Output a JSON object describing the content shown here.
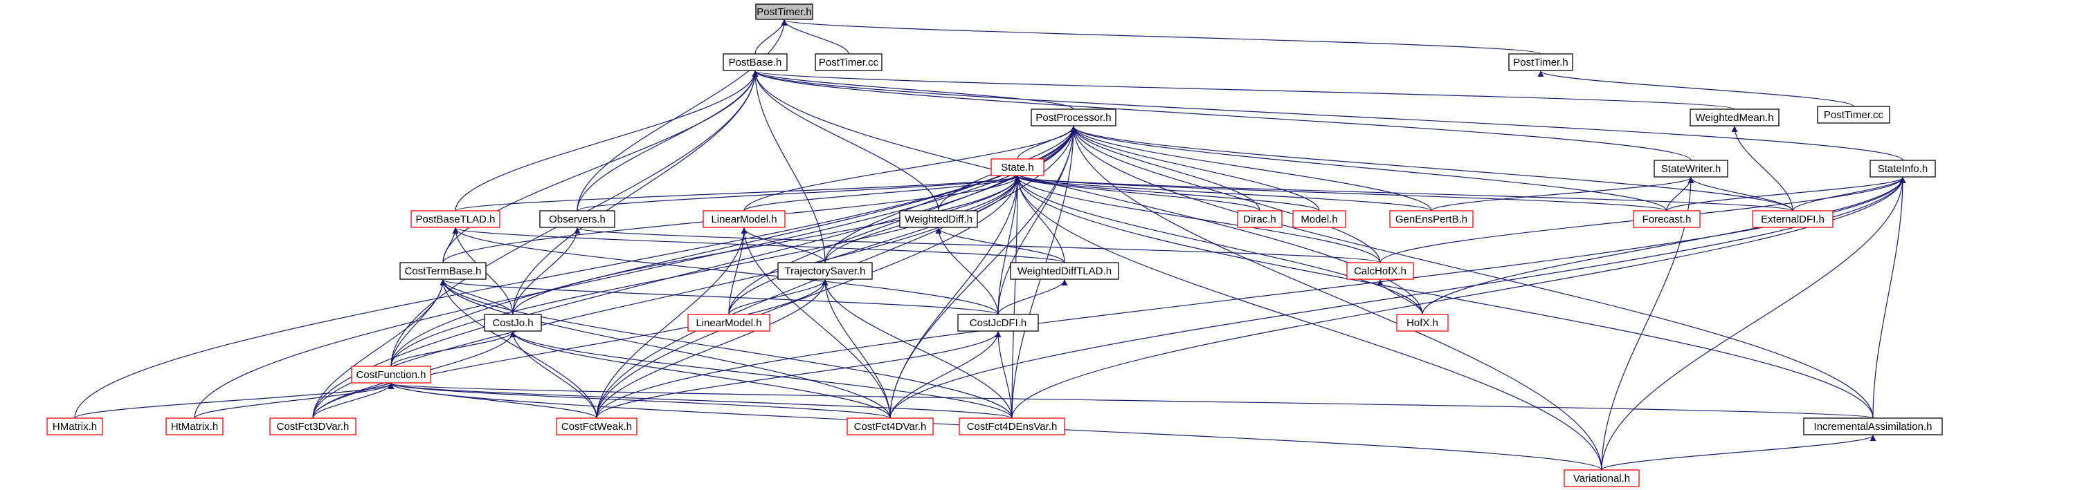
{
  "graph": {
    "edge_color": "#191970",
    "highlight_fill": "#bfbfbf",
    "incomplete_border": "#ff0000",
    "complete_border": "#000000",
    "nodes": [
      {
        "id": "posttimer_h_root",
        "label": "PostTimer.h",
        "border": "black",
        "highlight": true
      },
      {
        "id": "postbase_h",
        "label": "PostBase.h",
        "border": "black"
      },
      {
        "id": "posttimer_cc_1",
        "label": "PostTimer.cc",
        "border": "black"
      },
      {
        "id": "posttimer_h_2",
        "label": "PostTimer.h",
        "border": "black"
      },
      {
        "id": "posttimer_cc_2",
        "label": "PostTimer.cc",
        "border": "black"
      },
      {
        "id": "postprocessor_h",
        "label": "PostProcessor.h",
        "border": "black"
      },
      {
        "id": "weightedmean_h",
        "label": "WeightedMean.h",
        "border": "black"
      },
      {
        "id": "state_h",
        "label": "State.h",
        "border": "red"
      },
      {
        "id": "statewriter_h",
        "label": "StateWriter.h",
        "border": "black"
      },
      {
        "id": "stateinfo_h",
        "label": "StateInfo.h",
        "border": "black"
      },
      {
        "id": "postbasetlad_h",
        "label": "PostBaseTLAD.h",
        "border": "red"
      },
      {
        "id": "observers_h",
        "label": "Observers.h",
        "border": "black"
      },
      {
        "id": "linearmodel_h_1",
        "label": "LinearModel.h",
        "border": "red"
      },
      {
        "id": "weighteddiff_h",
        "label": "WeightedDiff.h",
        "border": "black"
      },
      {
        "id": "dirac_h",
        "label": "Dirac.h",
        "border": "red"
      },
      {
        "id": "model_h",
        "label": "Model.h",
        "border": "red"
      },
      {
        "id": "genenspertb_h",
        "label": "GenEnsPertB.h",
        "border": "red"
      },
      {
        "id": "forecast_h",
        "label": "Forecast.h",
        "border": "red"
      },
      {
        "id": "externaldfi_h",
        "label": "ExternalDFI.h",
        "border": "red"
      },
      {
        "id": "costtermbase_h",
        "label": "CostTermBase.h",
        "border": "black"
      },
      {
        "id": "trajectorysaver_h",
        "label": "TrajectorySaver.h",
        "border": "black"
      },
      {
        "id": "weighteddifftlad_h",
        "label": "WeightedDiffTLAD.h",
        "border": "black"
      },
      {
        "id": "calchofx_h",
        "label": "CalcHofX.h",
        "border": "red"
      },
      {
        "id": "costjo_h",
        "label": "CostJo.h",
        "border": "black"
      },
      {
        "id": "linearmodel_h_2",
        "label": "LinearModel.h",
        "border": "red"
      },
      {
        "id": "costjcdfi_h",
        "label": "CostJcDFI.h",
        "border": "black"
      },
      {
        "id": "hofx_h",
        "label": "HofX.h",
        "border": "red"
      },
      {
        "id": "costfunction_h",
        "label": "CostFunction.h",
        "border": "red"
      },
      {
        "id": "hmatrix_h_1",
        "label": "HMatrix.h",
        "border": "red"
      },
      {
        "id": "htmatrix_h",
        "label": "HtMatrix.h",
        "border": "red"
      },
      {
        "id": "costfct3dvar_h",
        "label": "CostFct3DVar.h",
        "border": "red"
      },
      {
        "id": "costfctweak_h",
        "label": "CostFctWeak.h",
        "border": "red"
      },
      {
        "id": "costfct4dvar_h",
        "label": "CostFct4DVar.h",
        "border": "red"
      },
      {
        "id": "costfct4densvar_h",
        "label": "CostFct4DEnsVar.h",
        "border": "red"
      },
      {
        "id": "incrementalassimilation_h",
        "label": "IncrementalAssimilation.h",
        "border": "black"
      },
      {
        "id": "variational_h",
        "label": "Variational.h",
        "border": "red"
      }
    ]
  }
}
